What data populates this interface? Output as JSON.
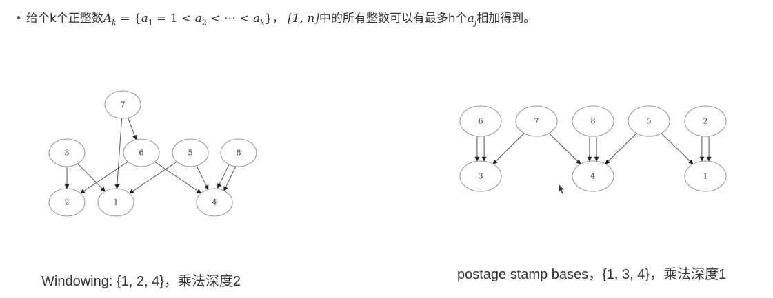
{
  "header": {
    "bullet": "•",
    "text_before": "给个k个正整数",
    "math_set": "A",
    "math_set_sub": "k",
    "math_eq": " = {",
    "a1": "a",
    "a1_sub": "1",
    "a1_rest": " = 1 < ",
    "a2": "a",
    "a2_sub": "2",
    "dots": " < ⋯ < ",
    "ak": "a",
    "ak_sub": "k",
    "close": "}",
    "sep": "， ",
    "interval": "[1, n]",
    "text_mid": "中的所有整数可以有最多h个",
    "aj": "a",
    "aj_sub": "j",
    "text_after": "相加得到。"
  },
  "left_graph": {
    "caption": "Windowing: {1, 2, 4}，乘法深度2",
    "nodes": [
      {
        "id": "7",
        "label": "7"
      },
      {
        "id": "3",
        "label": "3"
      },
      {
        "id": "6",
        "label": "6"
      },
      {
        "id": "5",
        "label": "5"
      },
      {
        "id": "8",
        "label": "8"
      },
      {
        "id": "2",
        "label": "2"
      },
      {
        "id": "1",
        "label": "1"
      },
      {
        "id": "4",
        "label": "4"
      }
    ],
    "edges": [
      [
        "7",
        "6"
      ],
      [
        "7",
        "1"
      ],
      [
        "3",
        "2"
      ],
      [
        "3",
        "1"
      ],
      [
        "6",
        "2"
      ],
      [
        "6",
        "4"
      ],
      [
        "5",
        "1"
      ],
      [
        "5",
        "4"
      ],
      [
        "8",
        "4"
      ],
      [
        "8",
        "4"
      ]
    ]
  },
  "right_graph": {
    "caption": "postage stamp bases，{1, 3, 4}，乘法深度1",
    "nodes": [
      {
        "id": "6",
        "label": "6"
      },
      {
        "id": "7",
        "label": "7"
      },
      {
        "id": "8",
        "label": "8"
      },
      {
        "id": "5",
        "label": "5"
      },
      {
        "id": "2",
        "label": "2"
      },
      {
        "id": "3",
        "label": "3"
      },
      {
        "id": "4",
        "label": "4"
      },
      {
        "id": "1",
        "label": "1"
      }
    ],
    "edges": [
      [
        "6",
        "3"
      ],
      [
        "6",
        "3"
      ],
      [
        "7",
        "3"
      ],
      [
        "7",
        "4"
      ],
      [
        "8",
        "4"
      ],
      [
        "8",
        "4"
      ],
      [
        "5",
        "4"
      ],
      [
        "5",
        "1"
      ],
      [
        "2",
        "1"
      ],
      [
        "2",
        "1"
      ]
    ]
  }
}
